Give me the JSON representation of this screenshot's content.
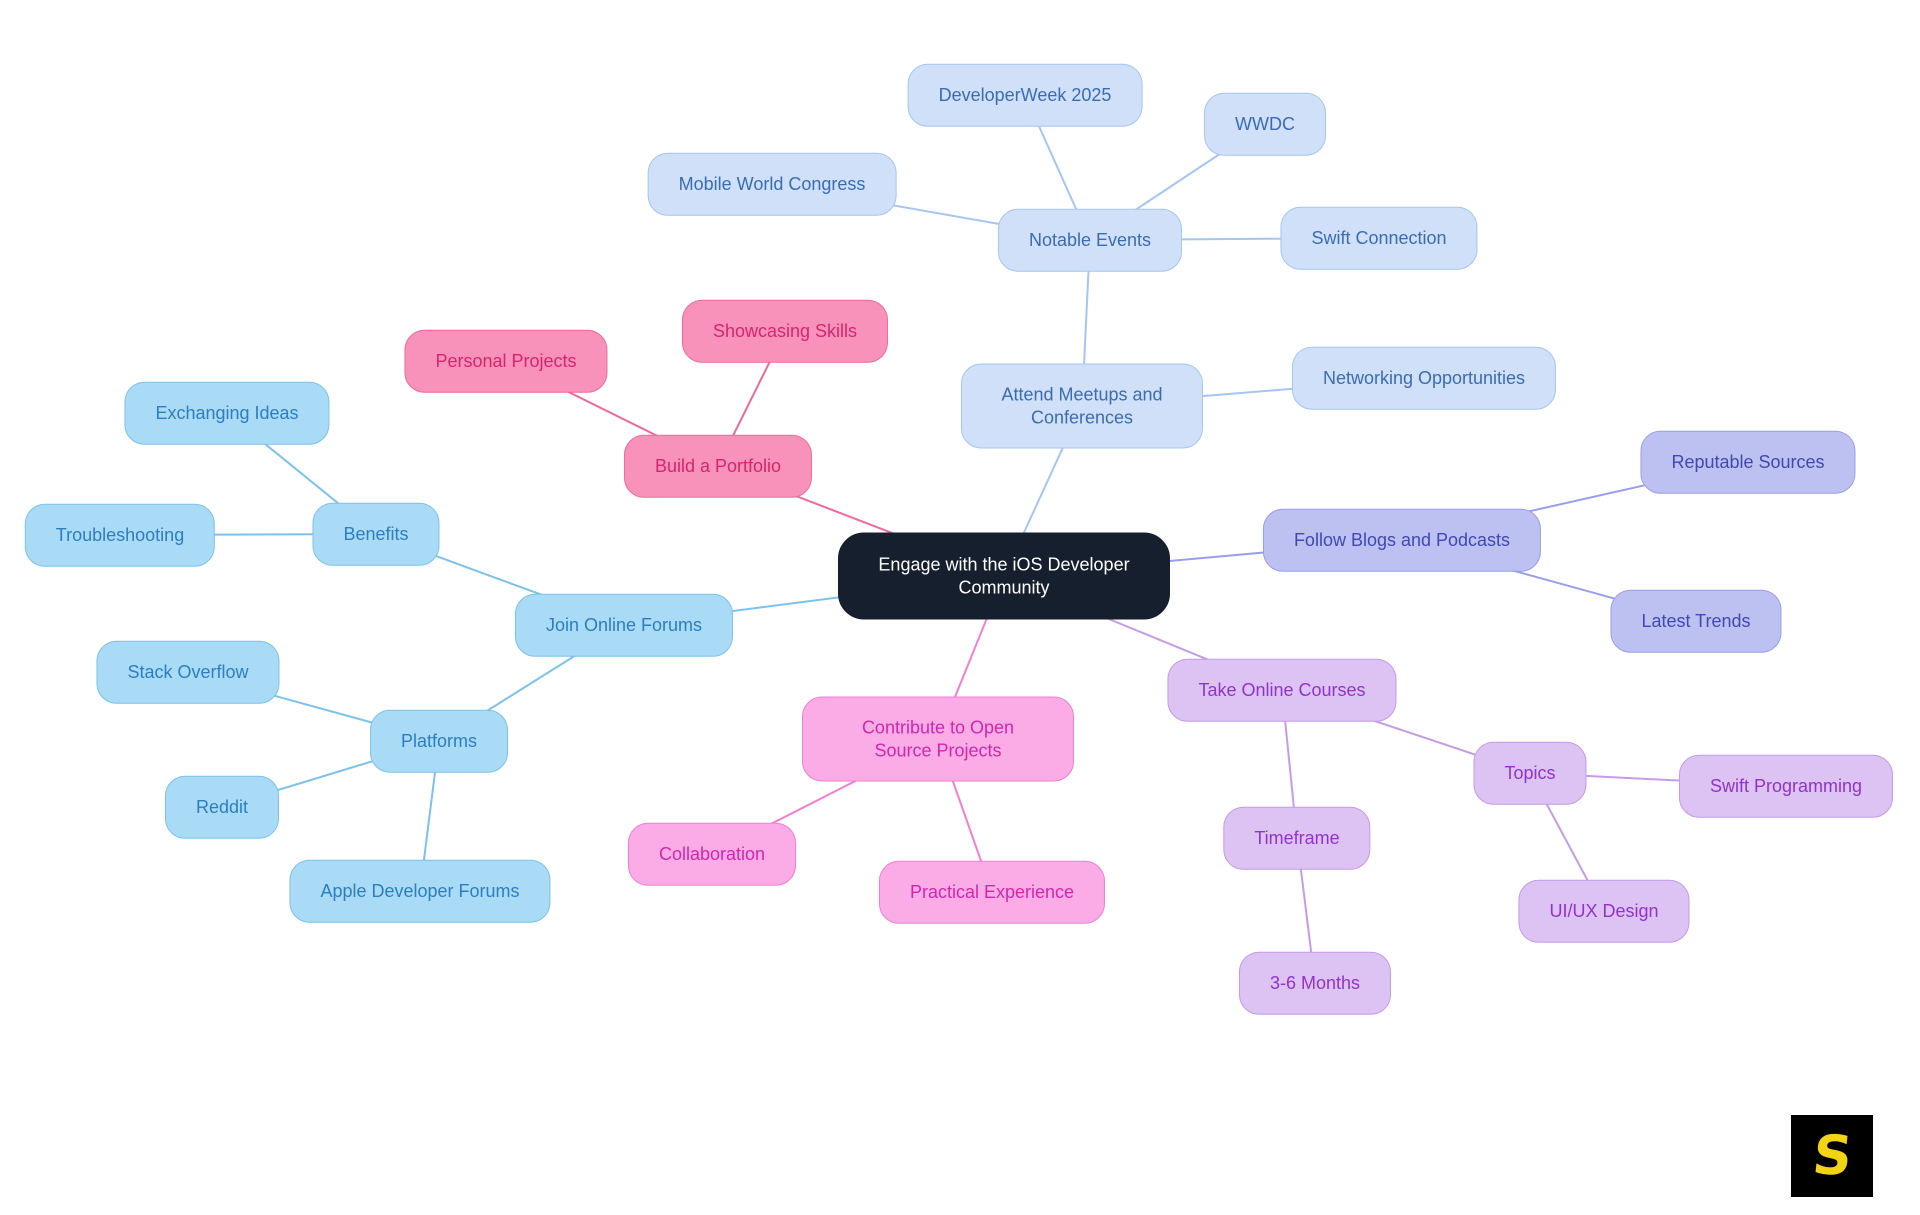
{
  "mindmap": {
    "central": {
      "label": "Engage with the iOS Developer Community"
    },
    "branches": {
      "attend_meetups": {
        "label": "Attend Meetups and Conferences"
      },
      "notable_events": {
        "label": "Notable Events"
      },
      "developerweek_2025": {
        "label": "DeveloperWeek 2025"
      },
      "wwdc": {
        "label": "WWDC"
      },
      "mobile_world_congress": {
        "label": "Mobile World Congress"
      },
      "swift_connection": {
        "label": "Swift Connection"
      },
      "networking_opportunities": {
        "label": "Networking Opportunities"
      },
      "build_portfolio": {
        "label": "Build a Portfolio"
      },
      "showcasing_skills": {
        "label": "Showcasing Skills"
      },
      "personal_projects": {
        "label": "Personal Projects"
      },
      "join_online_forums": {
        "label": "Join Online Forums"
      },
      "benefits": {
        "label": "Benefits"
      },
      "exchanging_ideas": {
        "label": "Exchanging Ideas"
      },
      "troubleshooting": {
        "label": "Troubleshooting"
      },
      "platforms": {
        "label": "Platforms"
      },
      "stack_overflow": {
        "label": "Stack Overflow"
      },
      "reddit": {
        "label": "Reddit"
      },
      "apple_developer_forums": {
        "label": "Apple Developer Forums"
      },
      "follow_blogs_podcasts": {
        "label": "Follow Blogs and Podcasts"
      },
      "reputable_sources": {
        "label": "Reputable Sources"
      },
      "latest_trends": {
        "label": "Latest Trends"
      },
      "take_online_courses": {
        "label": "Take Online Courses"
      },
      "topics": {
        "label": "Topics"
      },
      "swift_programming": {
        "label": "Swift Programming"
      },
      "ui_ux_design": {
        "label": "UI/UX Design"
      },
      "timeframe": {
        "label": "Timeframe"
      },
      "three_six_months": {
        "label": "3-6 Months"
      },
      "contribute_open_source": {
        "label": "Contribute to Open Source Projects"
      },
      "collaboration": {
        "label": "Collaboration"
      },
      "practical_experience": {
        "label": "Practical Experience"
      }
    }
  },
  "colors": {
    "background": "#ffffff",
    "central_bg": "#161f2e",
    "central_text": "#ffffff",
    "meetups_bg": "#cfe0f8",
    "meetups_line": "#a5c6f0",
    "meetups_text": "#3a6cb4",
    "forums_bg": "#a9dbf6",
    "forums_line": "#7cc2ea",
    "forums_text": "#2c7ec0",
    "portfolio_bg": "#f992ba",
    "portfolio_line": "#f0699c",
    "portfolio_text": "#d6256f",
    "blogs_bg": "#bdc1f2",
    "blogs_line": "#989fe8",
    "blogs_text": "#4048b2",
    "courses_bg": "#ddc2f4",
    "courses_line": "#c49be8",
    "courses_text": "#9232cc",
    "opensource_bg": "#fbabe6",
    "opensource_line": "#f37fd3",
    "opensource_text": "#d327ab"
  },
  "logo": {
    "letter": "S",
    "bg": "#000000",
    "color": "#f2d413"
  }
}
